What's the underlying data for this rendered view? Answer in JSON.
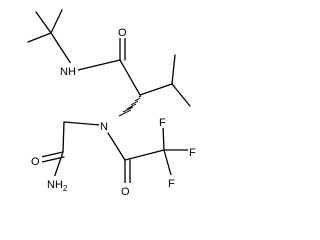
{
  "molecule": {
    "atoms": {
      "nh_amide": "NH",
      "o_amide_top": "O",
      "n_central": "N",
      "nh2": "NH",
      "nh2_sub": "2",
      "o_amide_bottom": "O",
      "o_tfa": "O",
      "f1": "F",
      "f2": "F",
      "f3": "F"
    }
  }
}
